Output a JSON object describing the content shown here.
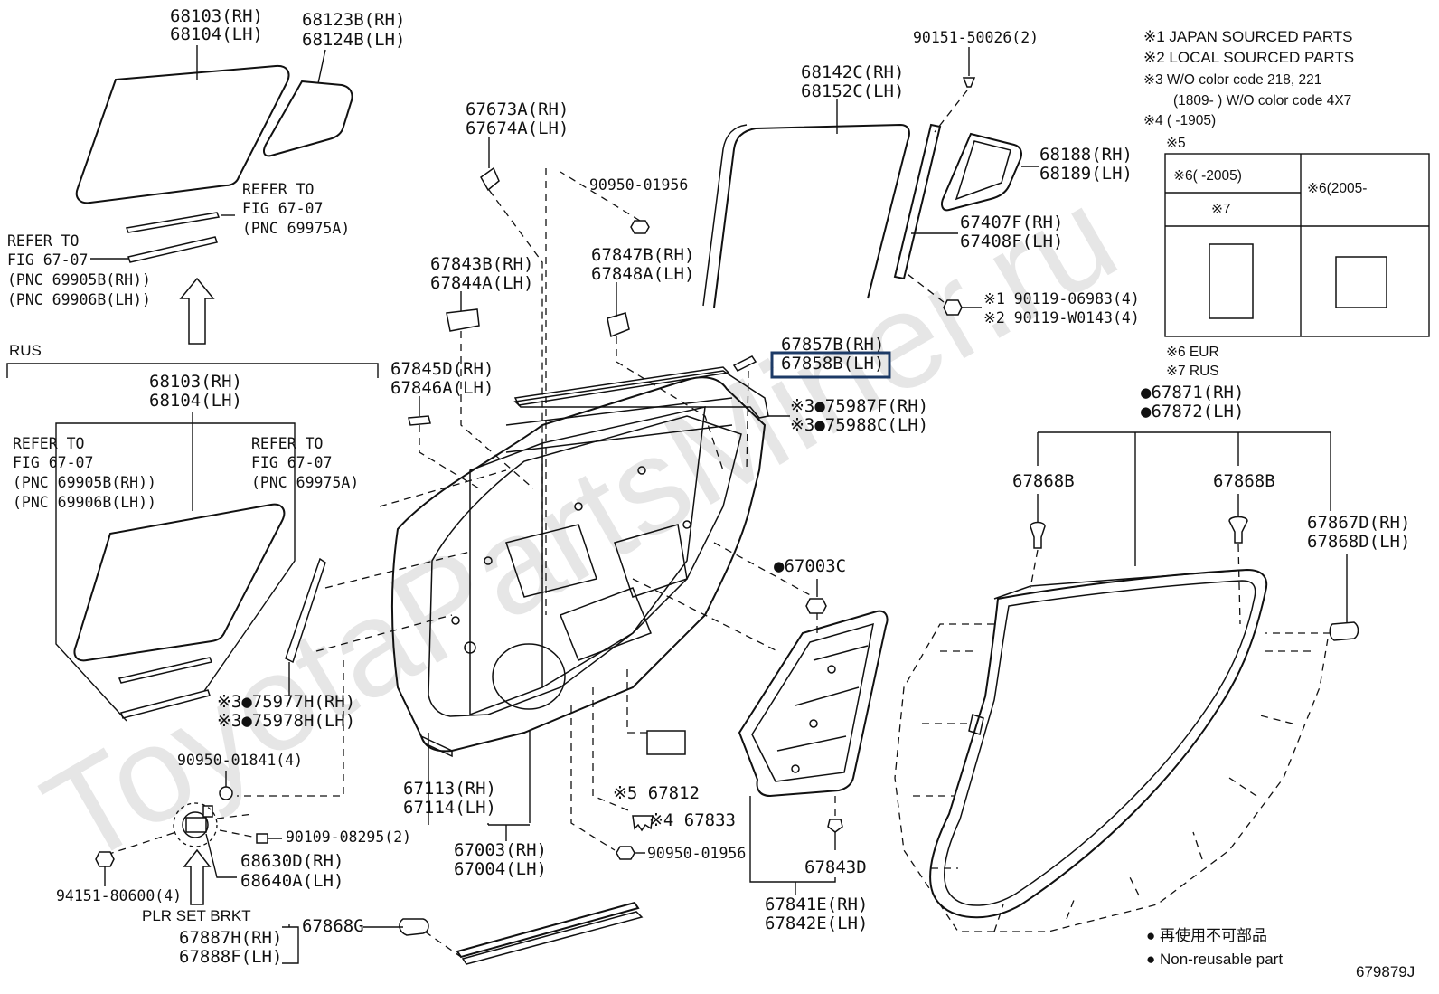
{
  "watermark": "ToyotaPartsMiner.ru",
  "diagram_id": "679879J",
  "notes": {
    "n1": "※1 JAPAN SOURCED PARTS",
    "n2": "※2 LOCAL SOURCED PARTS",
    "n3a": "※3 W/O color code 218, 221",
    "n3b": "(1809-      ) W/O color code 4X7",
    "n4": "※4 (      -1905)",
    "n5": "※5",
    "n6a": "※6(      -2005)",
    "n6b": "※6(2005-",
    "n7": "※7",
    "n6eur": "※6 EUR",
    "n7rus": "※7 RUS"
  },
  "legend": {
    "jp": "● 再使用不可部品",
    "en": "● Non-reusable part"
  },
  "labels": {
    "p68103_top": "68103(RH)",
    "p68104_top": "68104(LH)",
    "p68123B": "68123B(RH)",
    "p68124B": "68124B(LH)",
    "refer1a": "REFER TO",
    "refer1b": "FIG 67-07",
    "refer1c": "(PNC 69975A)",
    "refer2a": "REFER TO",
    "refer2b": "FIG 67-07",
    "refer2c": "(PNC 69905B(RH))",
    "refer2d": "(PNC 69906B(LH))",
    "rus": "RUS",
    "p68103_rus": "68103(RH)",
    "p68104_rus": "68104(LH)",
    "refer3a": "REFER TO",
    "refer3b": "FIG 67-07",
    "refer3c": "(PNC 69905B(RH))",
    "refer3d": "(PNC 69906B(LH))",
    "refer4a": "REFER TO",
    "refer4b": "FIG 67-07",
    "refer4c": "(PNC 69975A)",
    "p75977H": "※3●75977H(RH)",
    "p75978H": "※3●75978H(LH)",
    "p90950_01841": "90950-01841(4)",
    "p90109": "90109-08295(2)",
    "p68630D": "68630D(RH)",
    "p68640A": "68640A(LH)",
    "p94151": "94151-80600(4)",
    "plr": "PLR SET BRKT",
    "p67887H": "67887H(RH)",
    "p67888F": "67888F(LH)",
    "p67868G": "67868G",
    "p67673A": "67673A(RH)",
    "p67674A": "67674A(LH)",
    "p90950_top": "90950-01956",
    "p67843B": "67843B(RH)",
    "p67844A": "67844A(LH)",
    "p67847B": "67847B(RH)",
    "p67848A": "67848A(LH)",
    "p67845D": "67845D(RH)",
    "p67846A": "67846A(LH)",
    "p68142C": "68142C(RH)",
    "p68152C": "68152C(LH)",
    "p90151": "90151-50026(2)",
    "p68188": "68188(RH)",
    "p68189": "68189(LH)",
    "p67407F": "67407F(RH)",
    "p67408F": "67408F(LH)",
    "p90119_1": "※1 90119-06983(4)",
    "p90119_2": "※2 90119-W0143(4)",
    "p67857B": "67857B(RH)",
    "p67858B": "67858B(LH)",
    "p75987F": "※3●75987F(RH)",
    "p75988C": "※3●75988C(LH)",
    "p67003C": "●67003C",
    "p67113": "67113(RH)",
    "p67114": "67114(LH)",
    "p67003": "67003(RH)",
    "p67004": "67004(LH)",
    "p67812": "※5 67812",
    "p67833": "※4 67833",
    "p90950_bot": "90950-01956",
    "p67843D": "67843D",
    "p67841E": "67841E(RH)",
    "p67842E": "67842E(LH)",
    "p67871": "●67871(RH)",
    "p67872": "●67872(LH)",
    "p67868B_1": "67868B",
    "p67868B_2": "67868B",
    "p67867D": "67867D(RH)",
    "p67868D": "67868D(LH)"
  }
}
